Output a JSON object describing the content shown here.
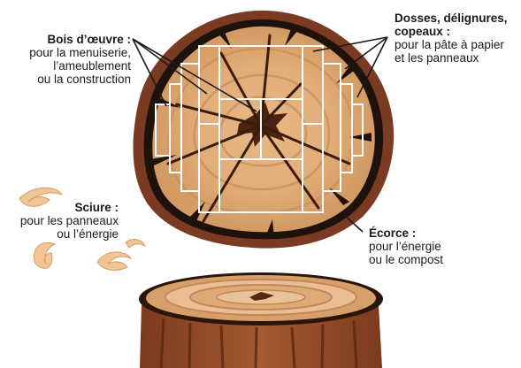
{
  "labels": {
    "lumber": {
      "title": "Bois d’œuvre :",
      "lines": [
        "pour la menuiserie,",
        "l’ameublement",
        "ou la construction"
      ]
    },
    "slabs": {
      "title_lines": [
        "Dosses, délignures,",
        "copeaux :"
      ],
      "lines": [
        "pour la pâte à papier",
        "et les panneaux"
      ]
    },
    "sawdust": {
      "title": "Sciure :",
      "lines": [
        "pour les panneaux",
        "ou l’énergie"
      ]
    },
    "bark": {
      "title": "Écorce :",
      "lines": [
        "pour l’énergie",
        "ou le compost"
      ]
    }
  },
  "colors": {
    "bark": "#7a3b22",
    "bark_dark": "#1e120c",
    "wood_light": "#efc9a0",
    "wood_mid": "#d9a06b",
    "wood_dark": "#c07f4c",
    "cut_lines": "#ffffff",
    "leader_lines": "#1a1a1a",
    "stump_side": "#9a4f2a"
  }
}
